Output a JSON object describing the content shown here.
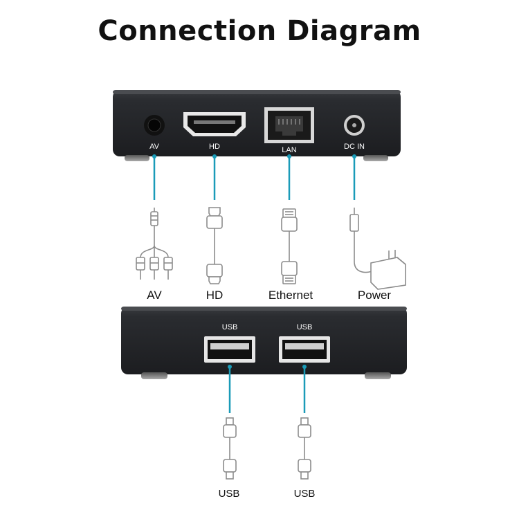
{
  "title": "Connection Diagram",
  "colors": {
    "line": "#1a9bb8",
    "box_dark": "#222427",
    "box_top": "#2e3034",
    "port_label": "#ffffff",
    "text": "#111111",
    "cable": "#8c8c8c"
  },
  "top_device": {
    "ports": [
      {
        "label": "AV"
      },
      {
        "label": "HD"
      },
      {
        "label": "LAN"
      },
      {
        "label": "DC IN"
      }
    ]
  },
  "cables": [
    {
      "label": "AV"
    },
    {
      "label": "HD"
    },
    {
      "label": "Ethernet"
    },
    {
      "label": "Power"
    }
  ],
  "bottom_device": {
    "ports": [
      {
        "label": "USB"
      },
      {
        "label": "USB"
      }
    ]
  },
  "usb_cables": [
    {
      "label": "USB"
    },
    {
      "label": "USB"
    }
  ]
}
